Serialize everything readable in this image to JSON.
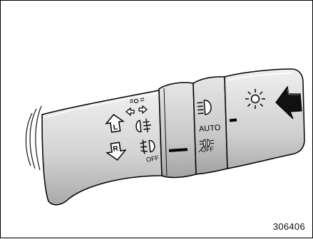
{
  "figure": {
    "reference_code": "306406",
    "labels": {
      "rotary_auto": "AUTO",
      "off_small": "OFF",
      "off_rotary": "OFF",
      "lever_position_l": "L",
      "lever_position_r": "R"
    },
    "icons": [
      "headlight-low-beam-icon",
      "auto-headlight-icon",
      "parking-light-icon",
      "front-fog-light-icon",
      "rear-fog-light-icon",
      "turn-signal-left-icon",
      "turn-signal-right-icon",
      "sun-light-icon",
      "press-arrow-icon"
    ],
    "colors": {
      "line": "#000000",
      "fill_lever": "#d8d8d8",
      "fill_band": "#c6c6c6",
      "arrow": "#111111"
    }
  }
}
